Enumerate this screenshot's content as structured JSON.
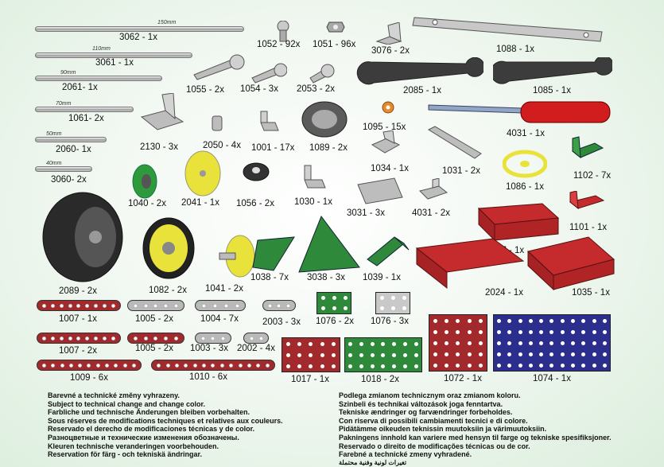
{
  "parts": [
    {
      "id": "p3062",
      "label": "3062 - 1x",
      "mm": "150mm"
    },
    {
      "id": "p3061",
      "label": "3061 - 1x",
      "mm": "110mm"
    },
    {
      "id": "p2061",
      "label": "2061- 1x",
      "mm": "90mm"
    },
    {
      "id": "p1061",
      "label": "1061- 2x",
      "mm": "70mm"
    },
    {
      "id": "p2060",
      "label": "2060- 1x",
      "mm": "50mm"
    },
    {
      "id": "p3060",
      "label": "3060- 2x",
      "mm": "40mm"
    },
    {
      "id": "p1052",
      "label": "1052 - 92x"
    },
    {
      "id": "p1051",
      "label": "1051 - 96x"
    },
    {
      "id": "p3076",
      "label": "3076 - 2x"
    },
    {
      "id": "p1088",
      "label": "1088 - 1x"
    },
    {
      "id": "p1055",
      "label": "1055 - 2x"
    },
    {
      "id": "p1054",
      "label": "1054 - 3x"
    },
    {
      "id": "p2053",
      "label": "2053 - 2x"
    },
    {
      "id": "p2085",
      "label": "2085 - 1x"
    },
    {
      "id": "p1085",
      "label": "1085 - 1x"
    },
    {
      "id": "p4031a",
      "label": "4031 - 1x"
    },
    {
      "id": "p1095",
      "label": "1095 - 15x"
    },
    {
      "id": "p2130",
      "label": "2130 - 3x"
    },
    {
      "id": "p2050",
      "label": "2050 - 4x"
    },
    {
      "id": "p1001",
      "label": "1001 - 17x"
    },
    {
      "id": "p1089",
      "label": "1089 - 2x"
    },
    {
      "id": "p1034",
      "label": "1034 - 1x"
    },
    {
      "id": "p1031",
      "label": "1031 - 2x"
    },
    {
      "id": "p1102",
      "label": "1102 - 7x"
    },
    {
      "id": "p1086",
      "label": "1086 - 1x"
    },
    {
      "id": "p1040",
      "label": "1040 - 2x"
    },
    {
      "id": "p2041",
      "label": "2041 - 1x"
    },
    {
      "id": "p1056",
      "label": "1056 - 2x"
    },
    {
      "id": "p1030",
      "label": "1030 - 1x"
    },
    {
      "id": "p3031",
      "label": "3031 - 3x"
    },
    {
      "id": "p4031b",
      "label": "4031 - 2x"
    },
    {
      "id": "p1101",
      "label": "1101 - 1x"
    },
    {
      "id": "p1127",
      "label": "1127 - 1x"
    },
    {
      "id": "p2089",
      "label": "2089 - 2x"
    },
    {
      "id": "p1082",
      "label": "1082 - 2x"
    },
    {
      "id": "p1041",
      "label": "1041 - 2x"
    },
    {
      "id": "p1038",
      "label": "1038 - 7x"
    },
    {
      "id": "p3038",
      "label": "3038 - 3x"
    },
    {
      "id": "p1039",
      "label": "1039 - 1x"
    },
    {
      "id": "p2024",
      "label": "2024 - 1x"
    },
    {
      "id": "p1035",
      "label": "1035 - 1x"
    },
    {
      "id": "p1007a",
      "label": "1007 - 1x"
    },
    {
      "id": "p1005a",
      "label": "1005 - 2x"
    },
    {
      "id": "p1004",
      "label": "1004 - 7x"
    },
    {
      "id": "p2003",
      "label": "2003 - 3x"
    },
    {
      "id": "p1076a",
      "label": "1076 - 2x"
    },
    {
      "id": "p1076b",
      "label": "1076 - 3x"
    },
    {
      "id": "p1007b",
      "label": "1007 - 2x"
    },
    {
      "id": "p1005b",
      "label": "1005 - 2x"
    },
    {
      "id": "p1003",
      "label": "1003 - 3x"
    },
    {
      "id": "p2002",
      "label": "2002 - 4x"
    },
    {
      "id": "p1009",
      "label": "1009 - 6x"
    },
    {
      "id": "p1010",
      "label": "1010 - 6x"
    },
    {
      "id": "p1017",
      "label": "1017 - 1x"
    },
    {
      "id": "p1018",
      "label": "1018 - 2x"
    },
    {
      "id": "p1072",
      "label": "1072 - 1x"
    },
    {
      "id": "p1074",
      "label": "1074 - 1x"
    }
  ],
  "notes_left": [
    "Barevné a technické změny vyhrazeny.",
    "Subject to technical change and change color.",
    "Farbliche und technische Änderungen bleiben vorbehalten.",
    "Sous réserves de modifications techniques et relatives aux couleurs.",
    "Reservado el derecho de modificaciones técnicas y de color.",
    "Разноцветные и технические изменения обозначены.",
    "Kleuren technische veranderingen voorbehouden.",
    "Reservation för färg  - och tekniskä ändringar."
  ],
  "notes_right": [
    "Podlega zmianom technicznym oraz zmianom koloru.",
    "Szinbeli és technikai változások joga fenntartva.",
    "Tekniske ændringer og farvændringer  forbeholdes.",
    "Con riserva di possibili cambiamenti tecnici e di colore.",
    "Pidätämme oikeuden teknissin muutoksiin ja värimuutoksiin.",
    "Pakningens innhold kan variere med hensyn til farge og tekniske spesifiksjoner.",
    "Reservado o direito de modificações técnicas ou de cor.",
    "Farebné a technické zmeny vyhradené.",
    "تغيرات لونية وفنية محتملة"
  ],
  "colors": {
    "red": "#a22a2c",
    "green": "#2e8a3a",
    "blue": "#2b2e8c",
    "grey": "#b9b9b9",
    "yellow": "#e8e23a"
  }
}
